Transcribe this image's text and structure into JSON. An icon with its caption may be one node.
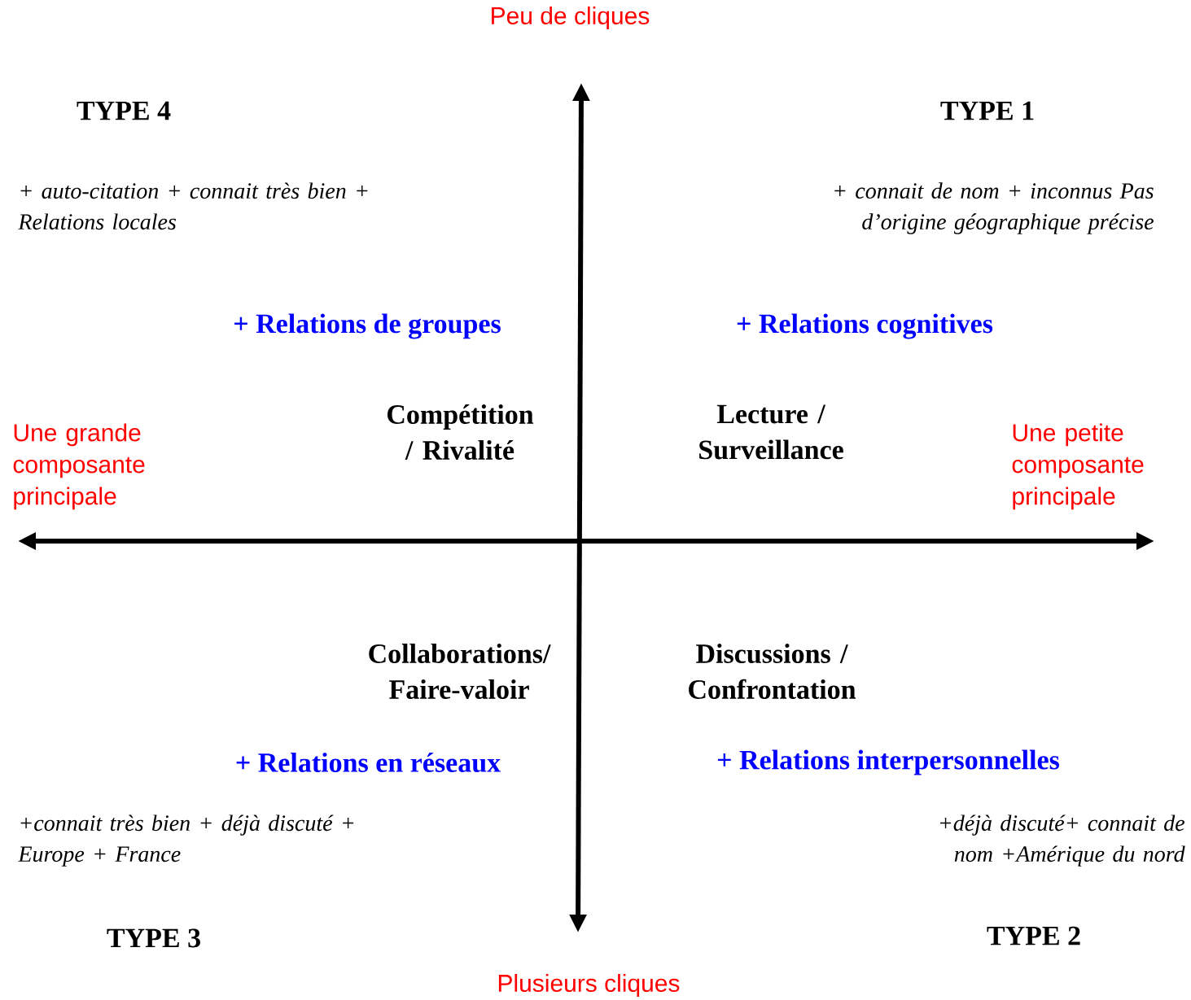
{
  "diagram": {
    "labels": [
      "Peu de cliques",
      "TYPE 4",
      "TYPE 1",
      "+ auto-citation + connait très bien + Relations locales",
      "+ connait de nom + inconnus Pas d’origine géographique précise",
      "+ Relations de groupes",
      "+ Relations cognitives",
      "Compétition / Rivalité",
      "Lecture / Surveillance",
      "Une grande composante principale",
      "Une petite composante principale",
      "Collaborations/ Faire-valoir",
      "Discussions / Confrontation",
      "+ Relations en réseaux",
      "+ Relations interpersonnelles",
      "+connait très bien + déjà discuté + Europe + France",
      "+déjà discuté+ connait de nom +Amérique du nord",
      "TYPE 3",
      "TYPE 2",
      "Plusieurs cliques"
    ]
  }
}
